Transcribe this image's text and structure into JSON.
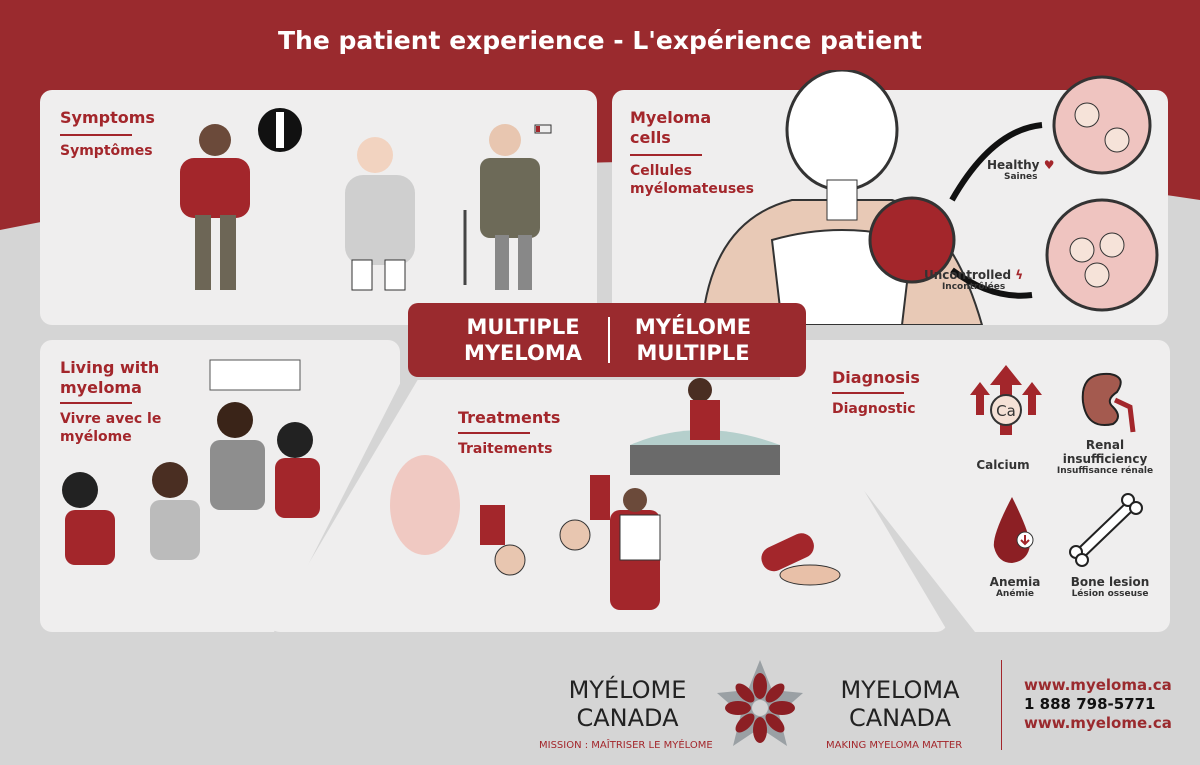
{
  "title": "The patient experience - L'expérience patient",
  "center": {
    "en": "MULTIPLE MYELOMA",
    "fr": "MYÉLOME MULTIPLE"
  },
  "symptoms": {
    "en": "Symptoms",
    "fr": "Symptômes"
  },
  "cells": {
    "en": "Myeloma cells",
    "fr": "Cellules myélomateuses",
    "healthy": "Healthy",
    "healthy_fr": "Saines",
    "uncontrolled": "Uncontrolled",
    "uncontrolled_fr": "Incontrôlées"
  },
  "living": {
    "en": "Living with myeloma",
    "fr": "Vivre avec le myélome"
  },
  "treatments": {
    "en": "Treatments",
    "fr": "Traitements"
  },
  "diagnosis": {
    "en": "Diagnosis",
    "fr": "Diagnostic",
    "items": [
      {
        "en": "Calcium",
        "fr": ""
      },
      {
        "en": "Renal insufficiency",
        "fr": "Insuffisance rénale"
      },
      {
        "en": "Anemia",
        "fr": "Anémie"
      },
      {
        "en": "Bone lesion",
        "fr": "Lésion osseuse"
      }
    ],
    "ca_symbol": "Ca"
  },
  "footer": {
    "logo_fr": "MYÉLOME CANADA",
    "tag_fr": "MISSION : MAÎTRISER LE MYÉLOME",
    "logo_en": "MYELOMA CANADA",
    "tag_en": "MAKING MYELOMA MATTER",
    "web1": "www.myeloma.ca",
    "phone": "1 888 798-5771",
    "web2": "www.myelome.ca"
  },
  "colors": {
    "brand": "#9a2a2e",
    "panel": "#efeeee",
    "bg": "#d5d5d5"
  }
}
